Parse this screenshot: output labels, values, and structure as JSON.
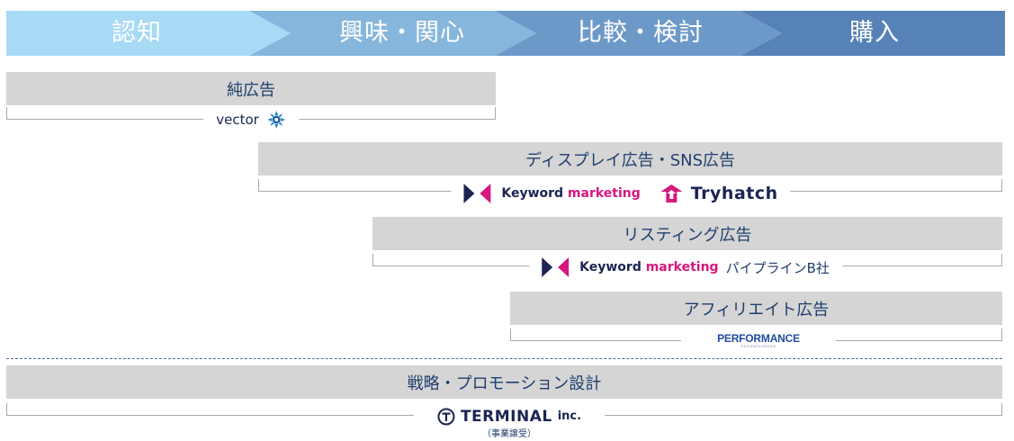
{
  "funnel": {
    "stages": [
      {
        "label": "認知",
        "color": "#a8d9f5"
      },
      {
        "label": "興味・関心",
        "color": "#86b6dc"
      },
      {
        "label": "比較・検討",
        "color": "#6d99c8"
      },
      {
        "label": "購入",
        "color": "#5682b8"
      }
    ]
  },
  "bands": [
    {
      "title": "純広告",
      "partners": [
        "vector"
      ]
    },
    {
      "title": "ディスプレイ広告・SNS広告",
      "partners": [
        "Keyword marketing",
        "Tryhatch"
      ]
    },
    {
      "title": "リスティング広告",
      "partners": [
        "Keyword marketing",
        "パイプラインB社"
      ]
    },
    {
      "title": "アフィリエイト広告",
      "partners": [
        "PERFORMANCE TECHNOLOGIES"
      ]
    }
  ],
  "strategy": {
    "title": "戦略・プロモーション設計",
    "partner": "TERMINAL inc.",
    "note": "（事業譲受）"
  },
  "logos": {
    "keyword_left": "Keyword",
    "keyword_right": "marketing",
    "tryhatch": "Tryhatch",
    "vector": "vector",
    "pipeline": "パイプラインB社",
    "performance": "PERFORMANCE",
    "performance_sub": "TECHNOLOGIES",
    "terminal": "TERMINAL",
    "terminal_inc": "inc."
  },
  "colors": {
    "band_fill": "#d5d5d5",
    "text": "#1f3f6e",
    "keyword_pink": "#d5177e",
    "keyword_navy": "#1b2453",
    "vector_teal": "#2b86c9"
  }
}
